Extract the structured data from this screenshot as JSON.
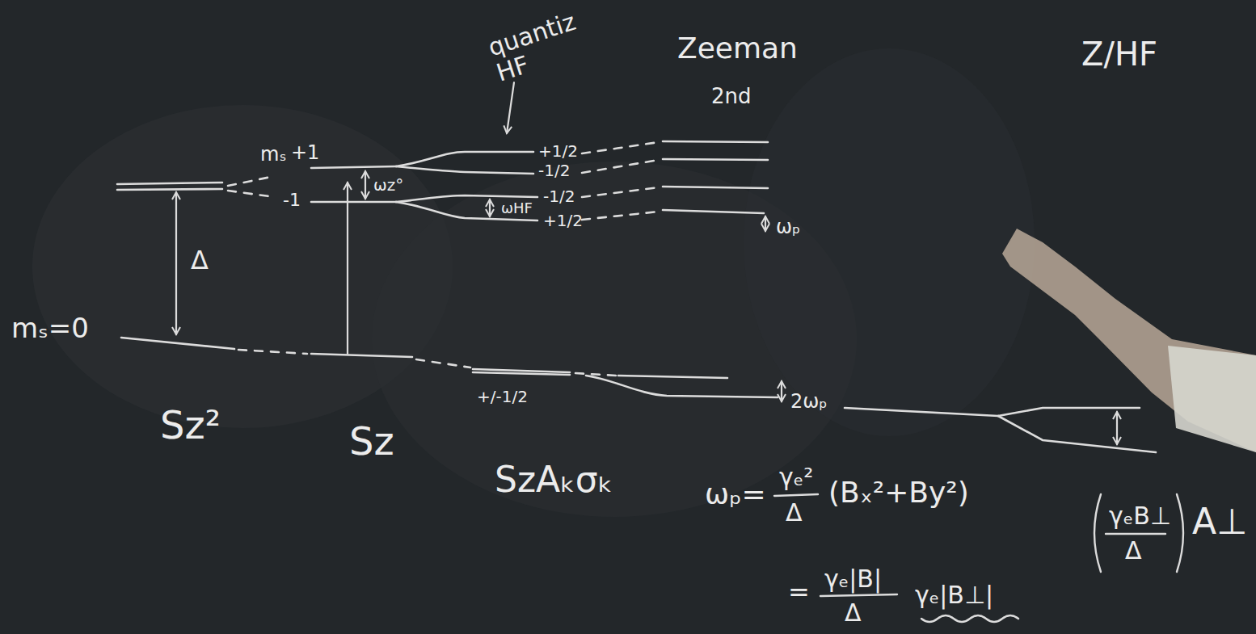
{
  "diagram": {
    "labels": [
      "quantiz HF",
      "Zeeman",
      "2nd",
      "Z/HF",
      "mₛ",
      "+1",
      "-1",
      "ωz°",
      "+1/2",
      "-1/2",
      "-1/2",
      "ωHF",
      "+1/2",
      "ωₚ",
      "Δ",
      "mₛ=0",
      "+/-1/2",
      "2ωₚ",
      "Sz²",
      "Sz",
      "SzAₖσₖ",
      "ωₚ=",
      "γₑ²",
      "Δ",
      "(Bₓ²+By²)",
      "=",
      "γₑ|B|",
      "Δ",
      "γₑ|B⊥|",
      "γₑB⊥",
      "Δ",
      "A⊥"
    ]
  }
}
